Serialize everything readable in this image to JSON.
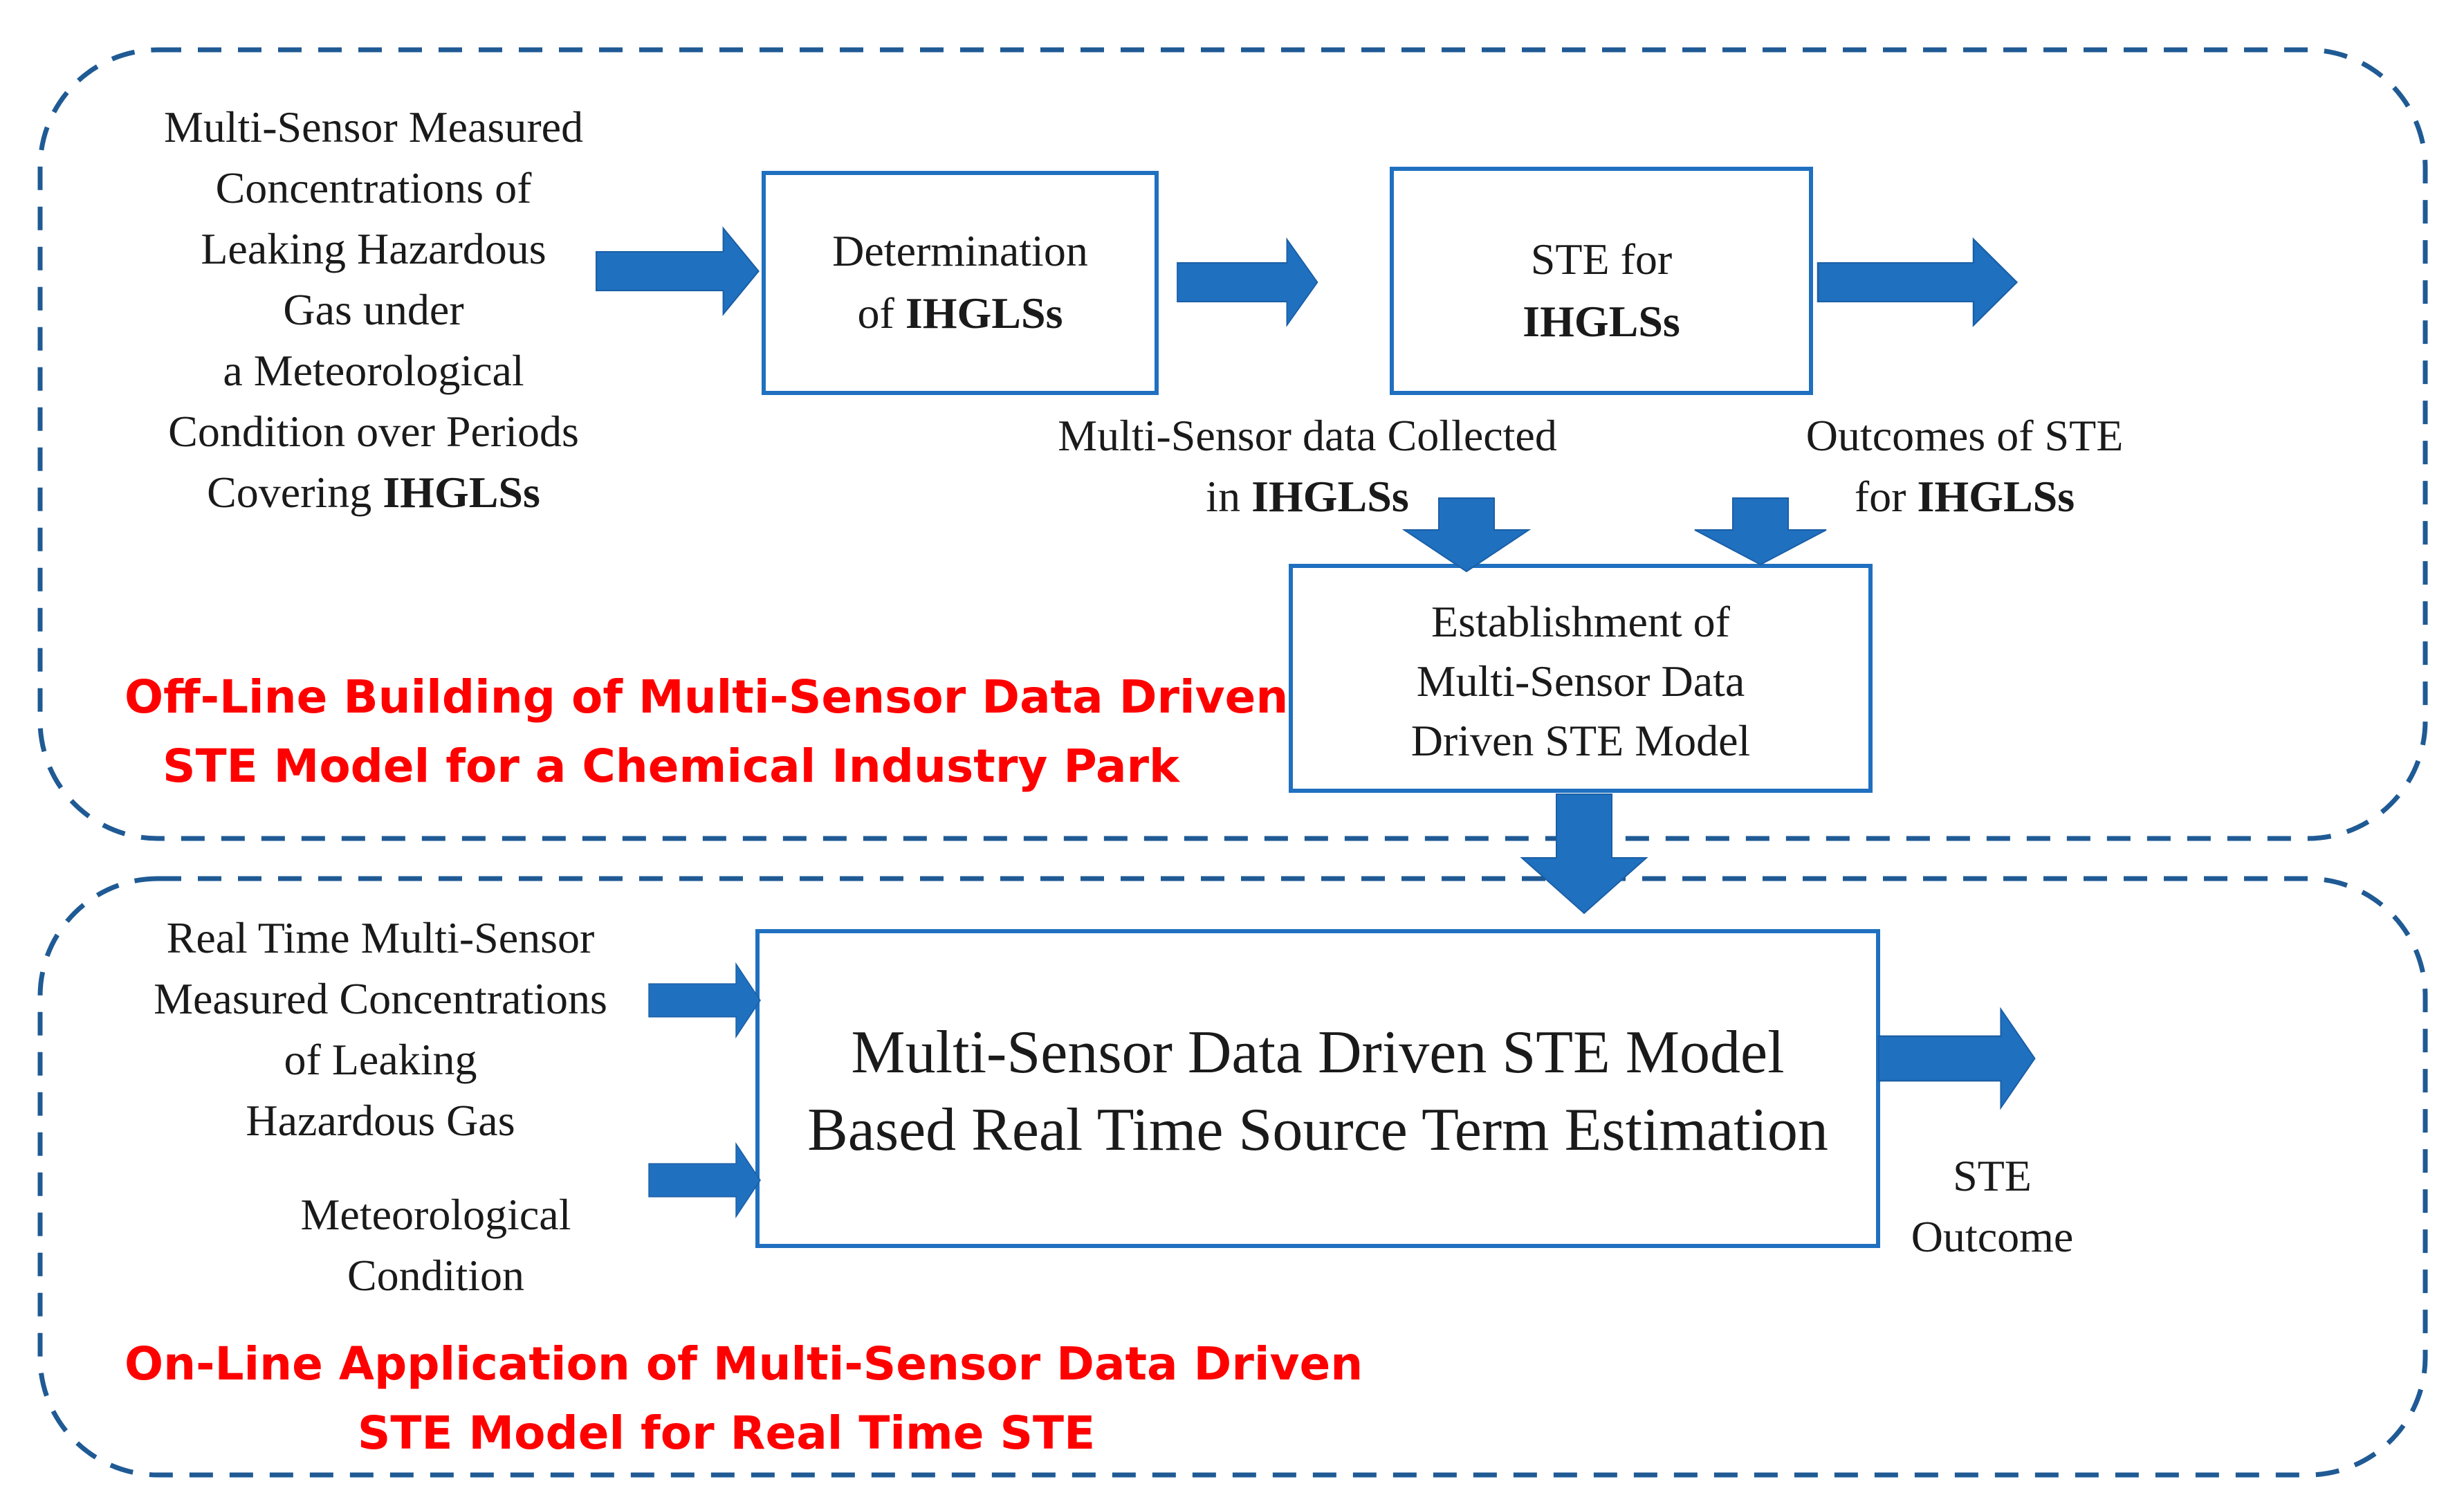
{
  "colors": {
    "arrow": "#2070C0",
    "dashed_border": "#1F5A94",
    "box_border": "#2070C0",
    "section_title": "#FF0000",
    "text": "#1A1A1A"
  },
  "offline": {
    "title_line1": "Off-Line Building of Multi-Sensor Data Driven",
    "title_line2": "STE Model for a Chemical Industry Park",
    "input": {
      "line1": "Multi-Sensor Measured",
      "line2": "Concentrations of",
      "line3": "Leaking Hazardous",
      "line4": "Gas under",
      "line5": "a Meteorological",
      "line6": "Condition over Periods",
      "line7_prefix": "Covering ",
      "line7_bold": "IHGLSs"
    },
    "determination_box": {
      "line1": "Determination",
      "line2_prefix": "of  ",
      "line2_bold": "IHGLSs"
    },
    "ste_box": {
      "line1": "STE for",
      "line2_bold": "IHGLSs"
    },
    "collected_label": {
      "line1": "Multi-Sensor data Collected",
      "line2_prefix": "in ",
      "line2_bold": "IHGLSs"
    },
    "outcomes_label": {
      "line1": "Outcomes of STE",
      "line2_prefix": "for ",
      "line2_bold": "IHGLSs"
    },
    "establishment_box": {
      "line1": "Establishment of",
      "line2": "Multi-Sensor Data",
      "line3": "Driven STE Model"
    }
  },
  "online": {
    "title_line1": "On-Line Application of Multi-Sensor Data Driven",
    "title_line2": "STE Model for Real Time STE",
    "input_concentrations": {
      "line1": "Real Time Multi-Sensor",
      "line2": "Measured Concentrations",
      "line3": "of Leaking",
      "line4": "Hazardous Gas"
    },
    "input_meteorological": {
      "line1": "Meteorological",
      "line2": "Condition"
    },
    "model_box": {
      "line1": "Multi-Sensor Data Driven STE Model",
      "line2": "Based Real Time Source Term Estimation"
    },
    "output": {
      "line1": "STE",
      "line2": "Outcome"
    }
  }
}
